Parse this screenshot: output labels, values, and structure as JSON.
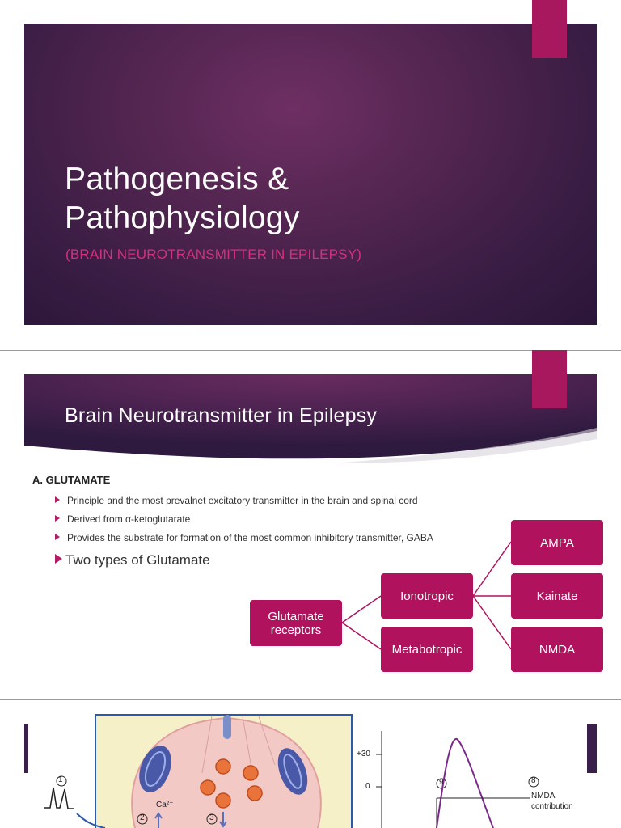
{
  "slide1": {
    "title_line1": "Pathogenesis &",
    "title_line2": "Pathophysiology",
    "subtitle": "(BRAIN NEUROTRANSMITTER IN EPILEPSY)"
  },
  "slide2": {
    "title": "Brain Neurotransmitter in Epilepsy",
    "section_heading": "A. GLUTAMATE",
    "bullets": [
      "Principle and the most prevalnet excitatory transmitter in the brain and spinal cord",
      "Derived from α-ketoglutarate",
      "Provides the substrate for formation of the most common inhibitory transmitter, GABA"
    ],
    "big_bullet": "Two types of Glutamate",
    "diagram": {
      "root": "Glutamate receptors",
      "ionotropic": "Ionotropic",
      "metabotropic": "Metabotropic",
      "ampa": "AMPA",
      "kainate": "Kainate",
      "nmda": "NMDA"
    }
  },
  "slide3": {
    "markers": [
      "1",
      "2",
      "3",
      "9",
      "8"
    ],
    "ion_label": "Ca²⁺",
    "axis_ticks": [
      "+30",
      "0"
    ],
    "annotation_line1": "NMDA",
    "annotation_line2": "contribution"
  },
  "colors": {
    "accent": "#a8185f",
    "node": "#b0125e",
    "subtitle": "#d4307e",
    "banner_dark": "#3a1d44"
  }
}
